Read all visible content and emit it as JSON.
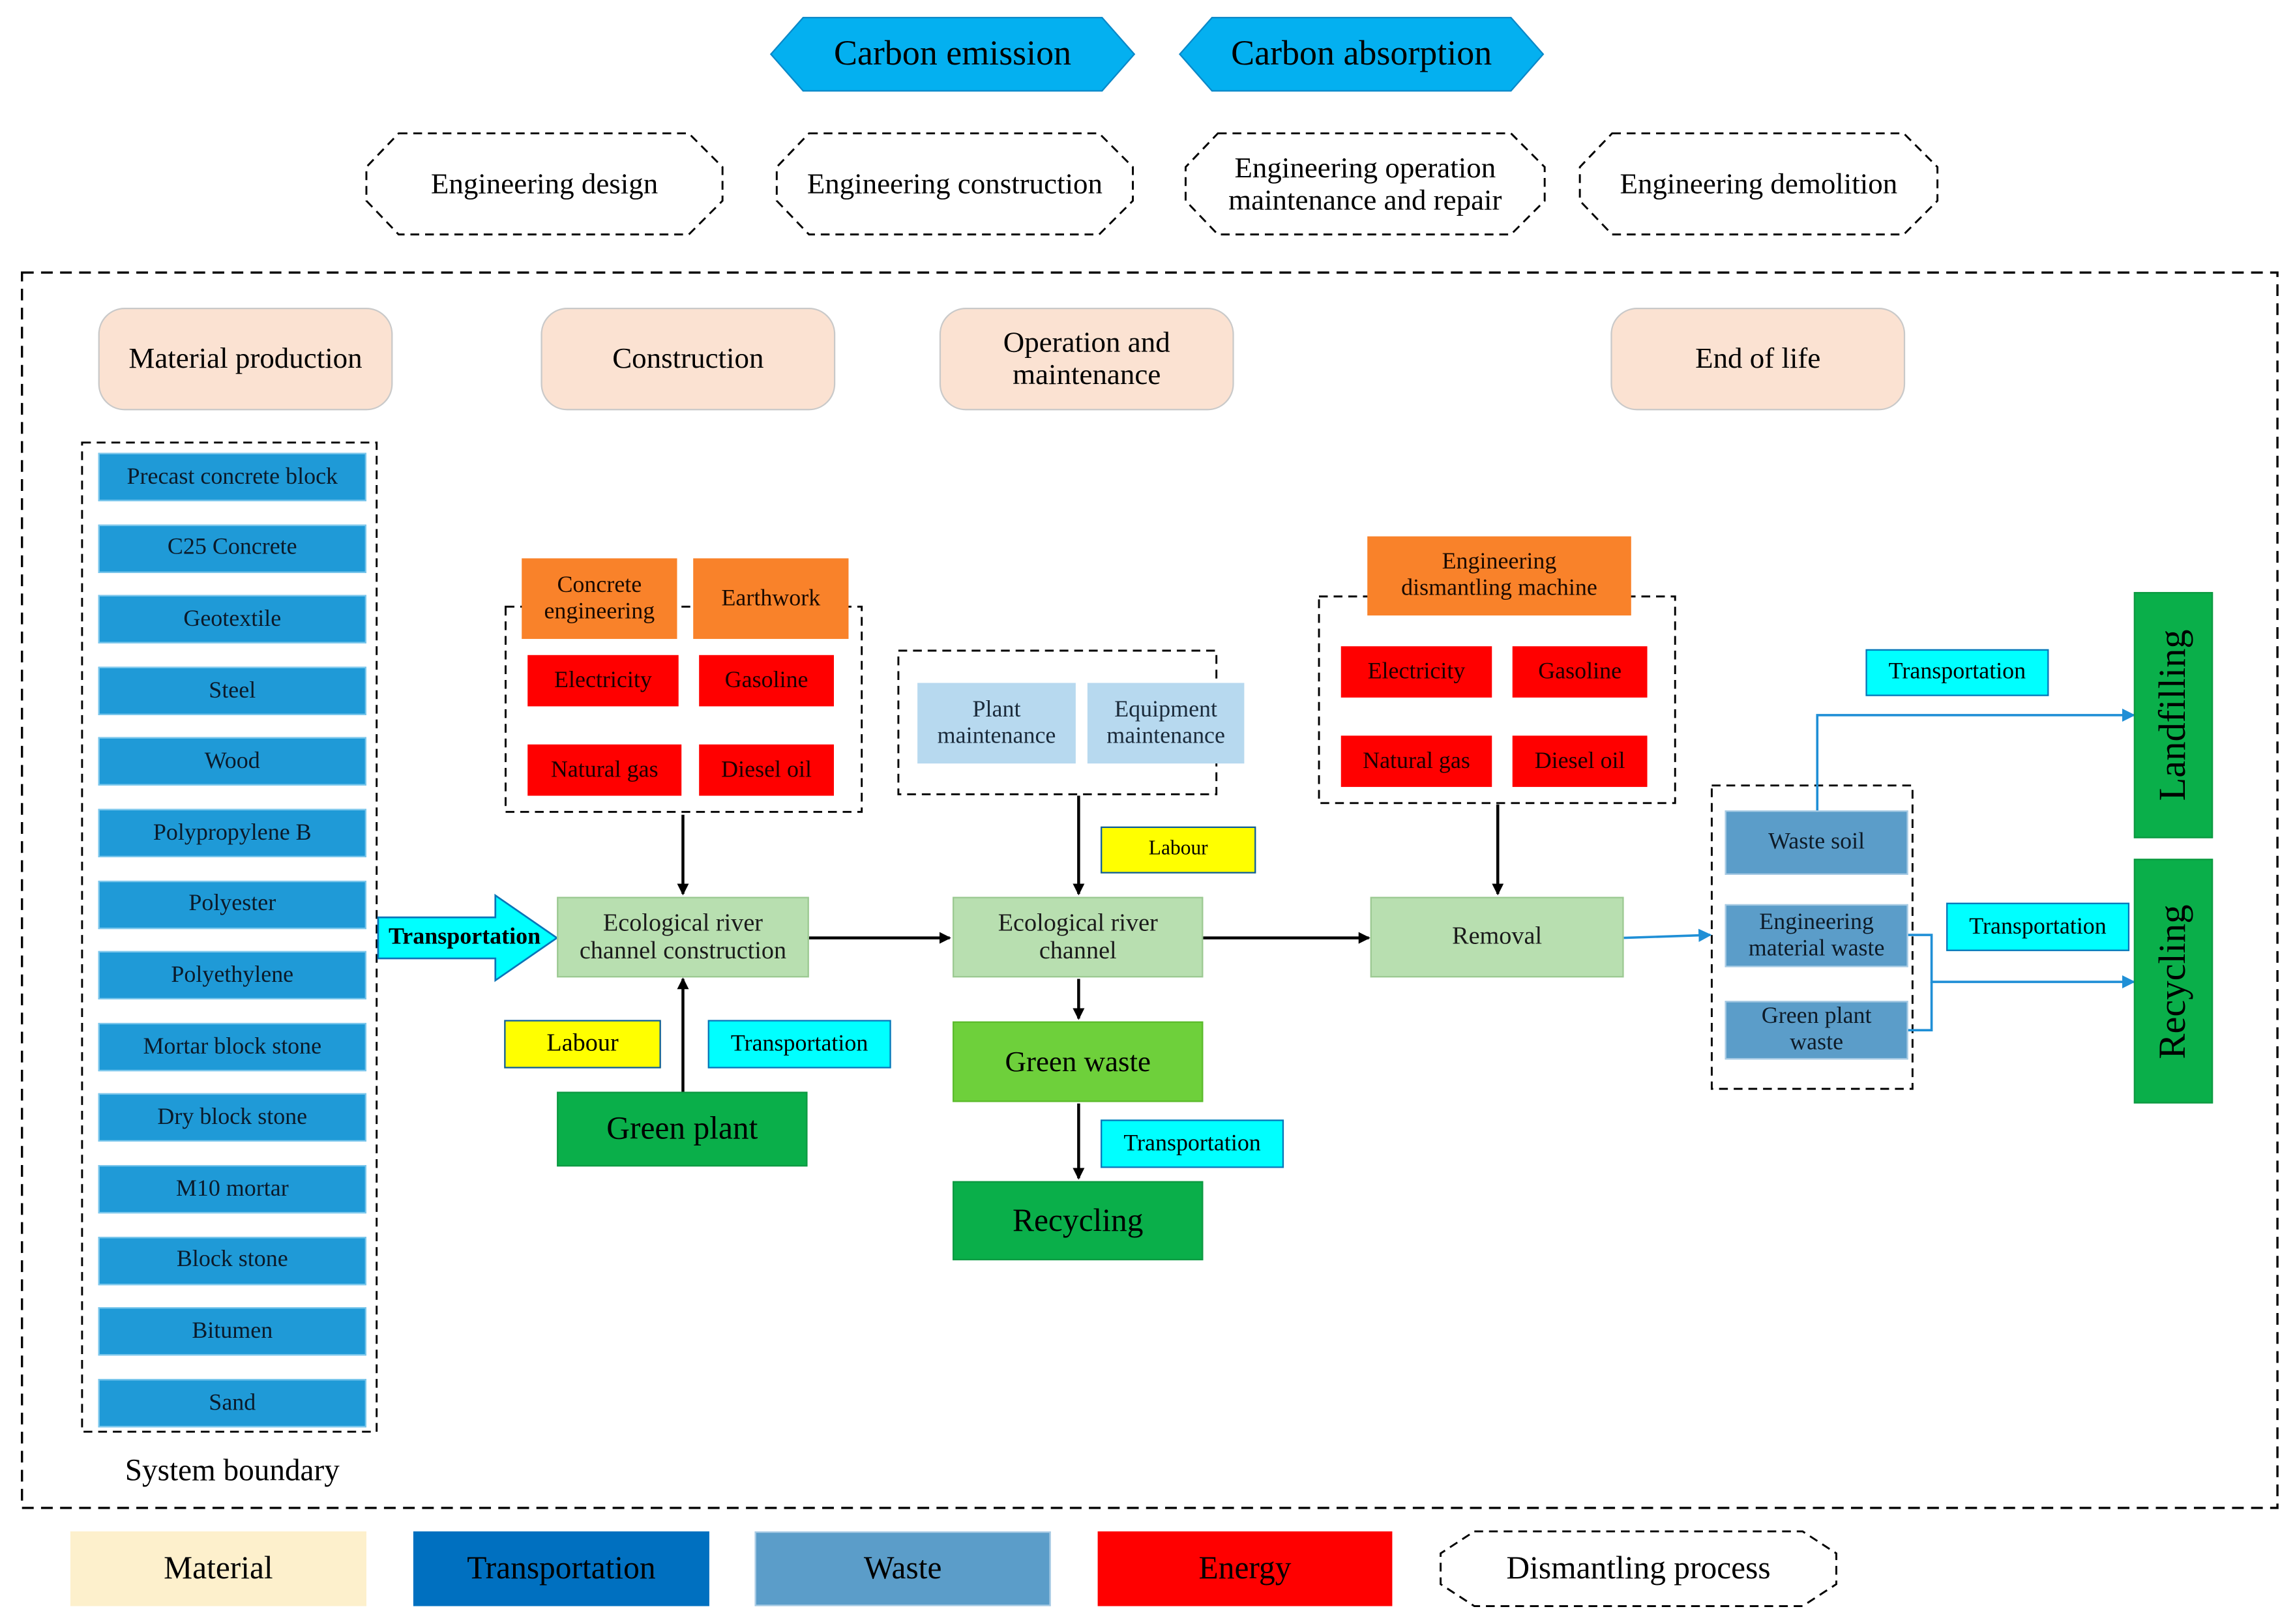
{
  "header": {
    "carbon_emission": "Carbon emission",
    "carbon_absorption": "Carbon absorption"
  },
  "stages": {
    "design": "Engineering design",
    "construction": "Engineering construction",
    "operation": "Engineering operation\nmaintenance and repair",
    "demolition": "Engineering demolition"
  },
  "phases": {
    "material": "Material production",
    "construction": "Construction",
    "operation": "Operation and\nmaintenance",
    "end": "End of life"
  },
  "materials": [
    "Precast concrete block",
    "C25 Concrete",
    "Geotextile",
    "Steel",
    "Wood",
    "Polypropylene B",
    "Polyester",
    "Polyethylene",
    "Mortar block stone",
    "Dry block stone",
    "M10 mortar",
    "Block stone",
    "Bitumen",
    "Sand"
  ],
  "system_boundary": "System boundary",
  "transport_arrow": "Transportation",
  "construction": {
    "concrete": "Concrete\nengineering",
    "earthwork": "Earthwork",
    "electricity": "Electricity",
    "gasoline": "Gasoline",
    "natural_gas": "Natural gas",
    "diesel": "Diesel oil",
    "process": "Ecological river\nchannel construction",
    "labour": "Labour",
    "transportation": "Transportation",
    "green_plant": "Green plant"
  },
  "operation": {
    "plant_maint": "Plant\nmaintenance",
    "equip_maint": "Equipment\nmaintenance",
    "labour": "Labour",
    "process": "Ecological river\nchannel",
    "green_waste": "Green waste",
    "transportation": "Transportation",
    "recycling": "Recycling"
  },
  "end_of_life": {
    "machine": "Engineering\ndismantling machine",
    "electricity": "Electricity",
    "gasoline": "Gasoline",
    "natural_gas": "Natural gas",
    "diesel": "Diesel oil",
    "removal": "Removal",
    "waste_soil": "Waste soil",
    "eng_waste": "Engineering\nmaterial waste",
    "plant_waste": "Green plant\nwaste",
    "transport1": "Transportation",
    "transport2": "Transportation",
    "landfilling": "Landfilling",
    "recycling": "Recycling"
  },
  "legend": {
    "material": "Material",
    "transportation": "Transportation",
    "waste": "Waste",
    "energy": "Energy",
    "dismantling": "Dismantling process"
  },
  "colors": {
    "material_box": "#1f9ad7",
    "energy": "#ff0000",
    "transport": "#00ffff",
    "labour": "#ffff00",
    "green": "#0aaf4a",
    "waste": "#5b9dc9",
    "phase": "#fbe2d2",
    "legend_material": "#fdf0cc",
    "legend_transport": "#0070c0"
  }
}
